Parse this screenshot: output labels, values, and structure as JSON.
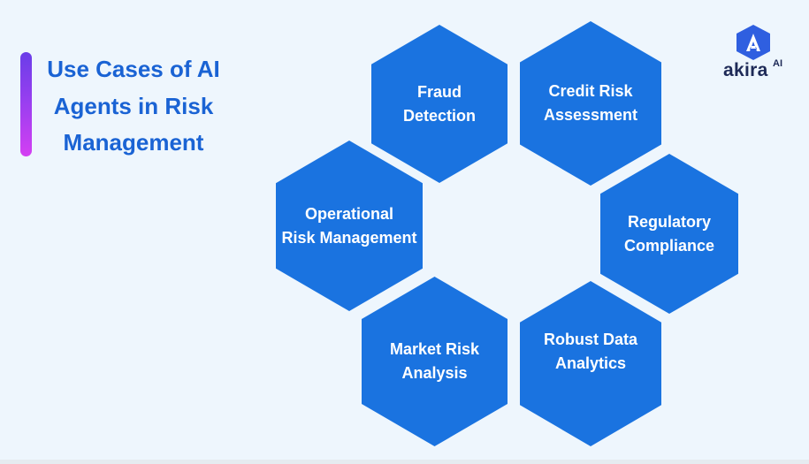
{
  "title": "Use Cases of AI Agents in Risk Management",
  "logo": {
    "name": "akira",
    "suffix": "AI",
    "icon": "akira-hexagon-a-icon"
  },
  "colors": {
    "background": "#eef6fd",
    "hexagon": "#1a73e0",
    "title": "#1a63d4",
    "accent_gradient": [
      "#6a3de8",
      "#d43ff2"
    ],
    "logo_text": "#1e2a57"
  },
  "use_cases": [
    {
      "label": "Fraud\nDetection"
    },
    {
      "label": "Credit Risk\nAssessment"
    },
    {
      "label": "Operational\nRisk Management"
    },
    {
      "label": "Regulatory\nCompliance"
    },
    {
      "label": "Market Risk\nAnalysis"
    },
    {
      "label": "Robust Data\nAnalytics"
    }
  ]
}
